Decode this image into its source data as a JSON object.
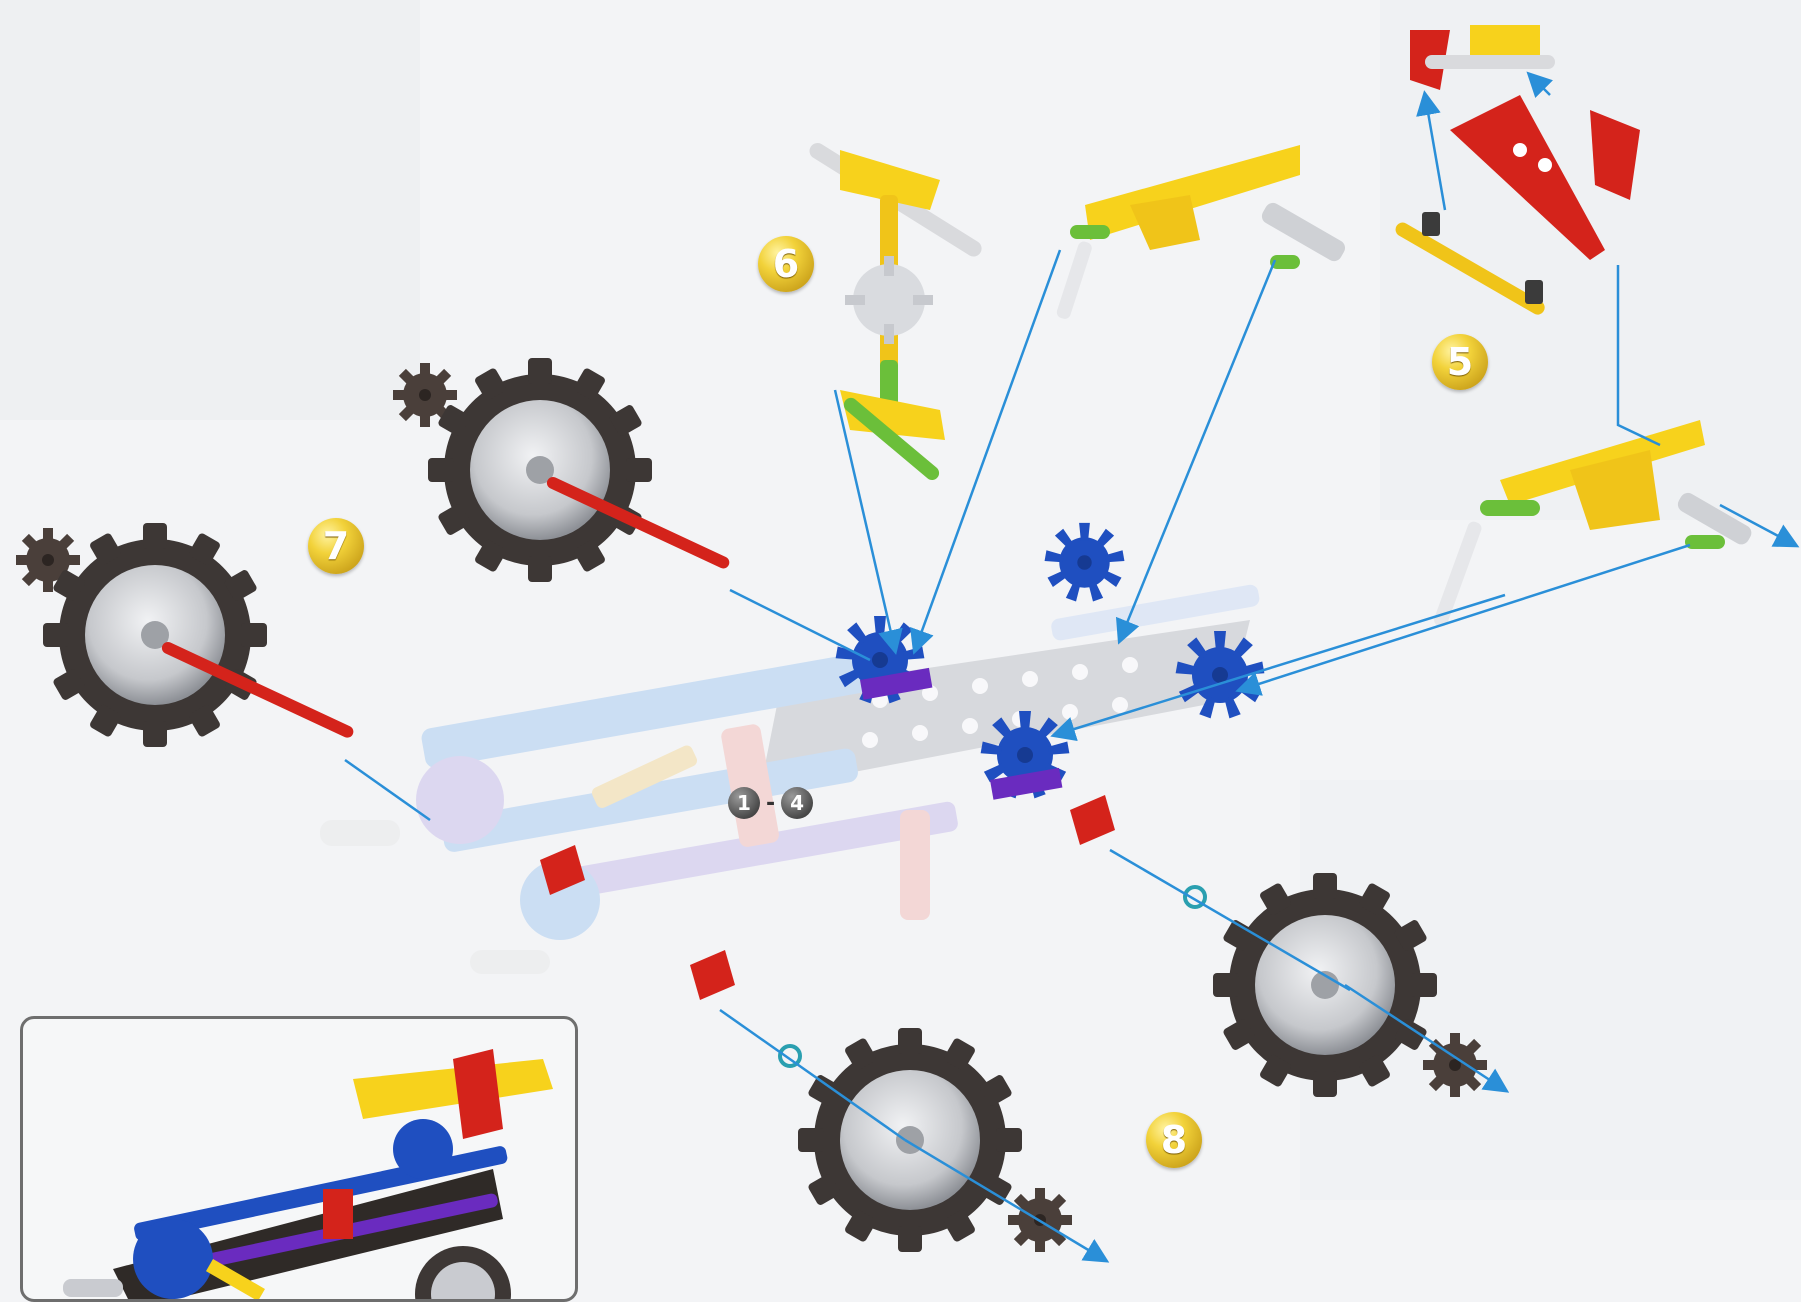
{
  "steps": {
    "step5": "5",
    "step6": "6",
    "step7": "7",
    "step8": "8",
    "range_start": "1",
    "range_dash": "-",
    "range_end": "4"
  },
  "colors": {
    "arrow": "#2a8fd8",
    "yellow_part": "#f7d21c",
    "red_part": "#d4231b",
    "blue_connector": "#1f4fc0",
    "purple_connector": "#6a2bbf",
    "green_connector": "#6bbf3a",
    "tire": "#3f3a38",
    "hub": "#c9cbd0"
  },
  "icons": [
    "wheel-icon",
    "gear-icon",
    "connector-icon",
    "rod-icon",
    "arrow-icon"
  ]
}
